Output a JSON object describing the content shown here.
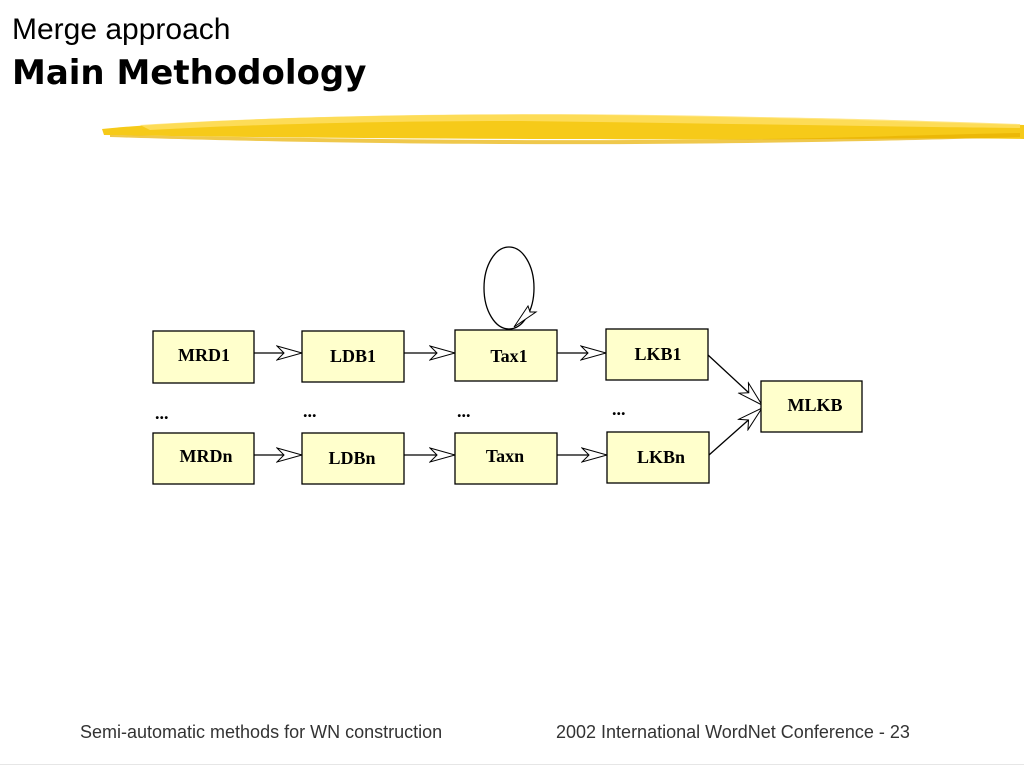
{
  "header": {
    "subtitle": "Merge approach",
    "title": "Main Methodology"
  },
  "diagram": {
    "nodes": [
      {
        "id": "mrd1",
        "label": "MRD1"
      },
      {
        "id": "ldb1",
        "label": "LDB1"
      },
      {
        "id": "tax1",
        "label": "Tax1"
      },
      {
        "id": "lkb1",
        "label": "LKB1"
      },
      {
        "id": "mrdn",
        "label": "MRDn"
      },
      {
        "id": "ldbn",
        "label": "LDBn"
      },
      {
        "id": "taxn",
        "label": "Taxn"
      },
      {
        "id": "lkbn",
        "label": "LKBn"
      },
      {
        "id": "mlkb",
        "label": "MLKB"
      }
    ],
    "ellipsis": "...",
    "edges": [
      {
        "from": "mrd1",
        "to": "ldb1"
      },
      {
        "from": "ldb1",
        "to": "tax1"
      },
      {
        "from": "tax1",
        "to": "lkb1"
      },
      {
        "from": "mrdn",
        "to": "ldbn"
      },
      {
        "from": "ldbn",
        "to": "taxn"
      },
      {
        "from": "taxn",
        "to": "lkbn"
      },
      {
        "from": "lkb1",
        "to": "mlkb"
      },
      {
        "from": "lkbn",
        "to": "mlkb"
      },
      {
        "from": "tax1",
        "to": "tax1",
        "type": "self-loop"
      }
    ]
  },
  "footer": {
    "left": "Semi-automatic methods for WN construction",
    "right": "2002 International WordNet Conference - 23"
  },
  "colors": {
    "node_fill": "#FFFFCC",
    "node_stroke": "#000000",
    "brush": "#F5C400"
  }
}
